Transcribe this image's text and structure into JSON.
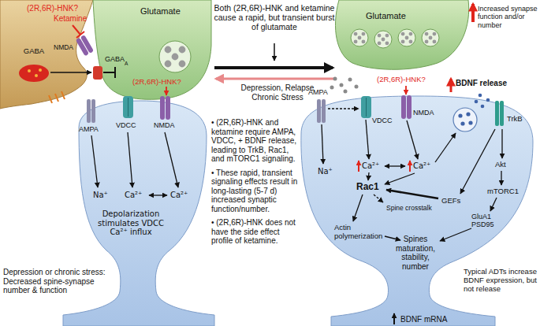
{
  "diagram": {
    "nodes": [
      {
        "text": [
          "GABA"
        ]
      },
      {
        "text": [
          "Glutamate"
        ]
      },
      {
        "text": [
          "Depolarization stimulates VDCC Ca²⁺ influx"
        ]
      },
      {
        "text": [
          "Glutamate"
        ]
      },
      {
        "text": [
          "Spines maturation, stability, number"
        ]
      }
    ],
    "labels": [
      "(2R,6R)-HNK?",
      "Ketamine",
      "NMDA",
      "GABA",
      "A",
      "AMPA",
      "VDCC",
      "(2R,6R)-HNK?",
      "NMDA",
      "Na⁺",
      "Ca²⁺",
      "Ca²⁺",
      "Depression or chronic stress: Decreased spine-synapse number & function",
      "Both (2R,6R)-HNK and ketamine cause a rapid, but transient burst of glutamate",
      "Depression, Relapse Chronic Stress",
      "• (2R,6R)-HNK and ketamine require AMPA, VDCC, + BDNF release, leading to TrkB, Rac1, and mTORC1 signaling.",
      "• These rapid, transient signaling effects result in long-lasting (5-7 d) increased synaptic function/number.",
      "• (2R,6R)-HNK does not have the side effect profile of ketamine.",
      "Increased synapse function and/or number",
      "AMPA",
      "VDCC",
      "(2R,6R)-HNK?",
      "NMDA",
      "BDNF release",
      "TrkB",
      "Na⁺",
      "Ca²⁺",
      "Ca²⁺",
      "Rac1",
      "Spine crosstalk",
      "GEFs",
      "Akt",
      "mTORC1",
      "GluA1 PSD95",
      "Actin polymerization",
      "Typical ADTs increase BDNF expression, but not release",
      "BDNF mRNA"
    ]
  }
}
